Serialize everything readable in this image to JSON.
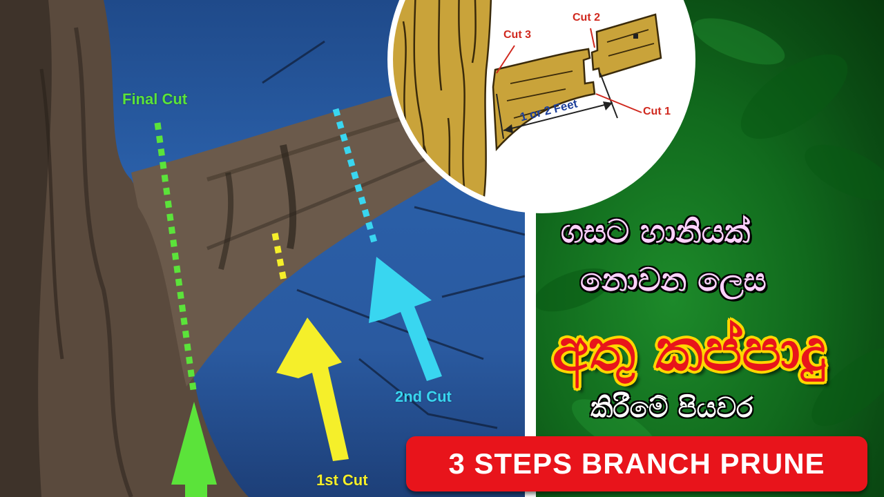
{
  "photo": {
    "final_cut_label": "Final Cut",
    "first_cut_label": "1st Cut",
    "second_cut_label": "2nd Cut"
  },
  "diagram": {
    "cut1_label": "Cut 1",
    "cut2_label": "Cut 2",
    "cut3_label": "Cut 3",
    "distance_label": "1 or 2 Feet"
  },
  "title": {
    "line1": "ගසට හානියක්",
    "line2": "නොවන ලෙස",
    "big": "අතු කප්පාදු",
    "line3": "කිරීමේ පියවර"
  },
  "banner": {
    "text": "3 STEPS BRANCH PRUNE"
  },
  "colors": {
    "final_cut": "#5be33a",
    "first_cut": "#f5ef2a",
    "second_cut": "#39d6f0",
    "banner_bg": "#e8141b",
    "title_pink": "#ffd2ff"
  }
}
